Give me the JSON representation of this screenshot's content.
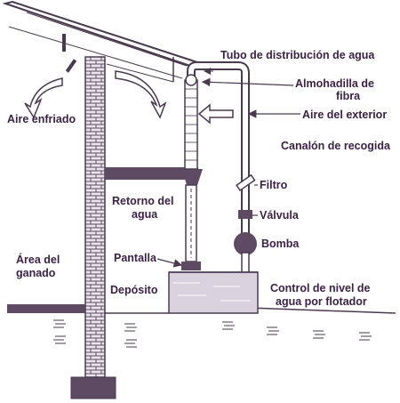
{
  "labels": {
    "tubo": "Tubo de distribución de agua",
    "almohadilla_1": "Almohadilla de",
    "almohadilla_2": "fibra",
    "aire_exterior": "Aire del exterior",
    "canalon": "Canalón de recogida",
    "aire_enfriado": "Aire enfriado",
    "filtro": "Filtro",
    "valvula": "Válvula",
    "retorno_1": "Retorno del",
    "retorno_2": "agua",
    "bomba": "Bomba",
    "area_1": "Área del",
    "area_2": "ganado",
    "pantalla": "Pantalla",
    "deposito": "Depósito",
    "control_1": "Control de nivel de",
    "control_2": "agua por flotador"
  },
  "colors": {
    "ink": "#3b2244",
    "line": "#4a3a50",
    "water": "#d9d2de",
    "wall": "#5e4a62"
  }
}
